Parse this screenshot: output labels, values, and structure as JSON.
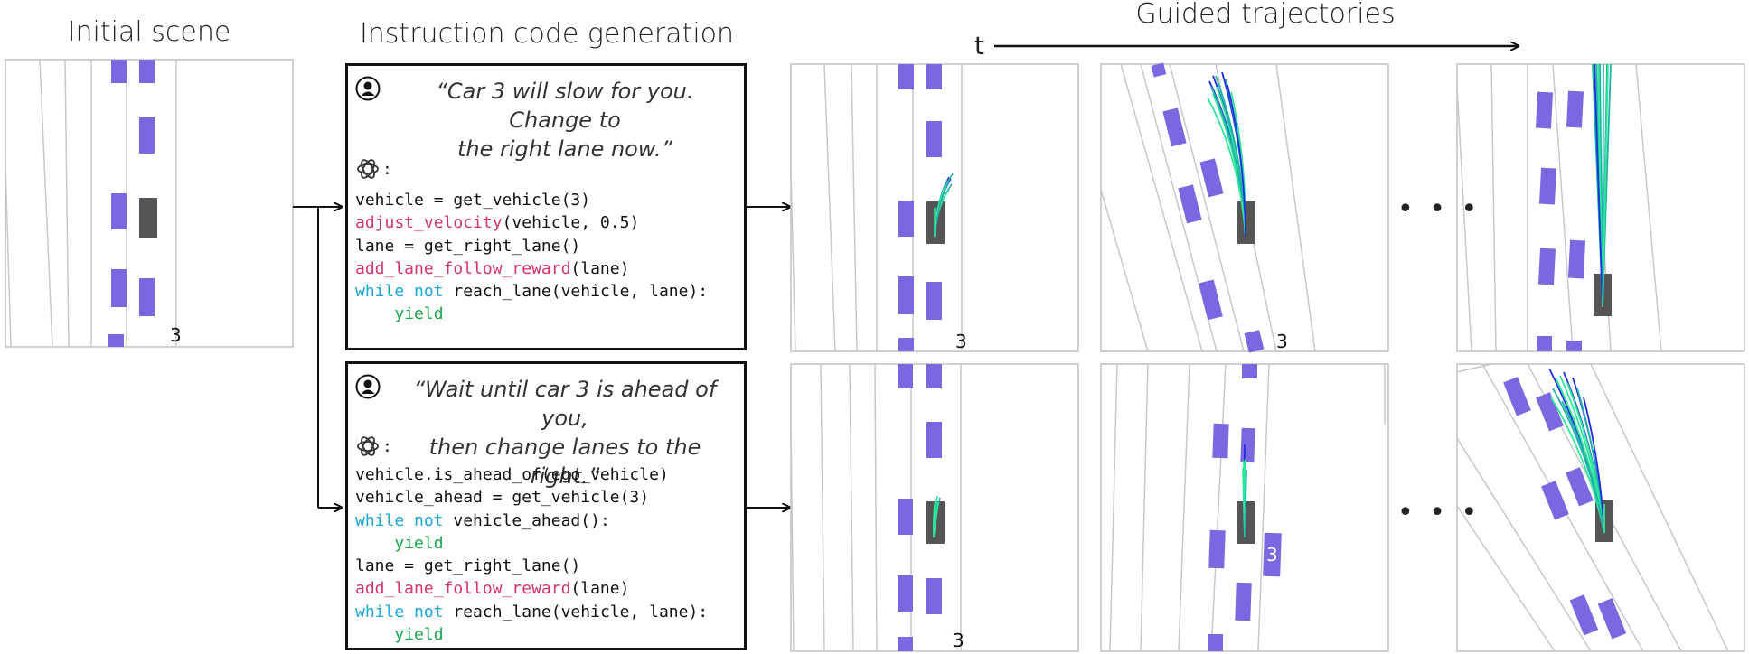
{
  "titles": {
    "initial_scene": "Initial scene",
    "instruction_code_generation": "Instruction code generation",
    "guided_trajectories": "Guided trajectories",
    "time_axis_label": "t"
  },
  "scene_labels": {
    "initial": "3",
    "top_1": "3",
    "top_2": "3",
    "bottom_1": "3",
    "bottom_2": "3"
  },
  "ellipsis": "• • •",
  "prompts": [
    {
      "quote_line1": "“Car 3 will slow for you. Change to",
      "quote_line2": "the right lane now.”",
      "llm_suffix": ":",
      "code": [
        [
          {
            "t": "vehicle = get_vehicle(3)",
            "k": "plain"
          }
        ],
        [
          {
            "t": "adjust_velocity",
            "k": "fn"
          },
          {
            "t": "(vehicle, 0.5)",
            "k": "plain"
          }
        ],
        [
          {
            "t": "lane = get_right_lane()",
            "k": "plain"
          }
        ],
        [
          {
            "t": "add_lane_follow_reward",
            "k": "fn"
          },
          {
            "t": "(lane)",
            "k": "plain"
          }
        ],
        [
          {
            "t": "while not",
            "k": "kw"
          },
          {
            "t": " reach_lane(vehicle, lane):",
            "k": "plain"
          }
        ],
        [
          {
            "t": "    ",
            "k": "plain"
          },
          {
            "t": "yield",
            "k": "yield"
          }
        ]
      ]
    },
    {
      "quote_line1": "“Wait until car 3 is ahead of you,",
      "quote_line2": "then change lanes to the right.”",
      "llm_suffix": ":",
      "code": [
        [
          {
            "t": "vehicle.is_ahead_of(ego_vehicle)",
            "k": "plain"
          }
        ],
        [
          {
            "t": "vehicle_ahead = get_vehicle(3)",
            "k": "plain"
          }
        ],
        [
          {
            "t": "while not",
            "k": "kw"
          },
          {
            "t": " vehicle_ahead():",
            "k": "plain"
          }
        ],
        [
          {
            "t": "    ",
            "k": "plain"
          },
          {
            "t": "yield",
            "k": "yield"
          }
        ],
        [
          {
            "t": "lane = get_right_lane()",
            "k": "plain"
          }
        ],
        [
          {
            "t": "add_lane_follow_reward",
            "k": "fn"
          },
          {
            "t": "(lane)",
            "k": "plain"
          }
        ],
        [
          {
            "t": "while not",
            "k": "kw"
          },
          {
            "t": " reach_lane(vehicle, lane):",
            "k": "plain"
          }
        ],
        [
          {
            "t": "    ",
            "k": "plain"
          },
          {
            "t": "yield",
            "k": "yield"
          }
        ]
      ]
    }
  ],
  "colors": {
    "vehicle": "#7b68e0",
    "ego_vehicle": "#555555",
    "lane_line": "#c8c8c8",
    "panel_border": "#c0c0c0",
    "trajectory_blue": "#1f2de0",
    "trajectory_green": "#2ee89a",
    "trajectory_teal": "#1fb0a8",
    "code_function": "#d6336c",
    "code_keyword": "#1ba7d9",
    "code_yield": "#1aa64a"
  }
}
